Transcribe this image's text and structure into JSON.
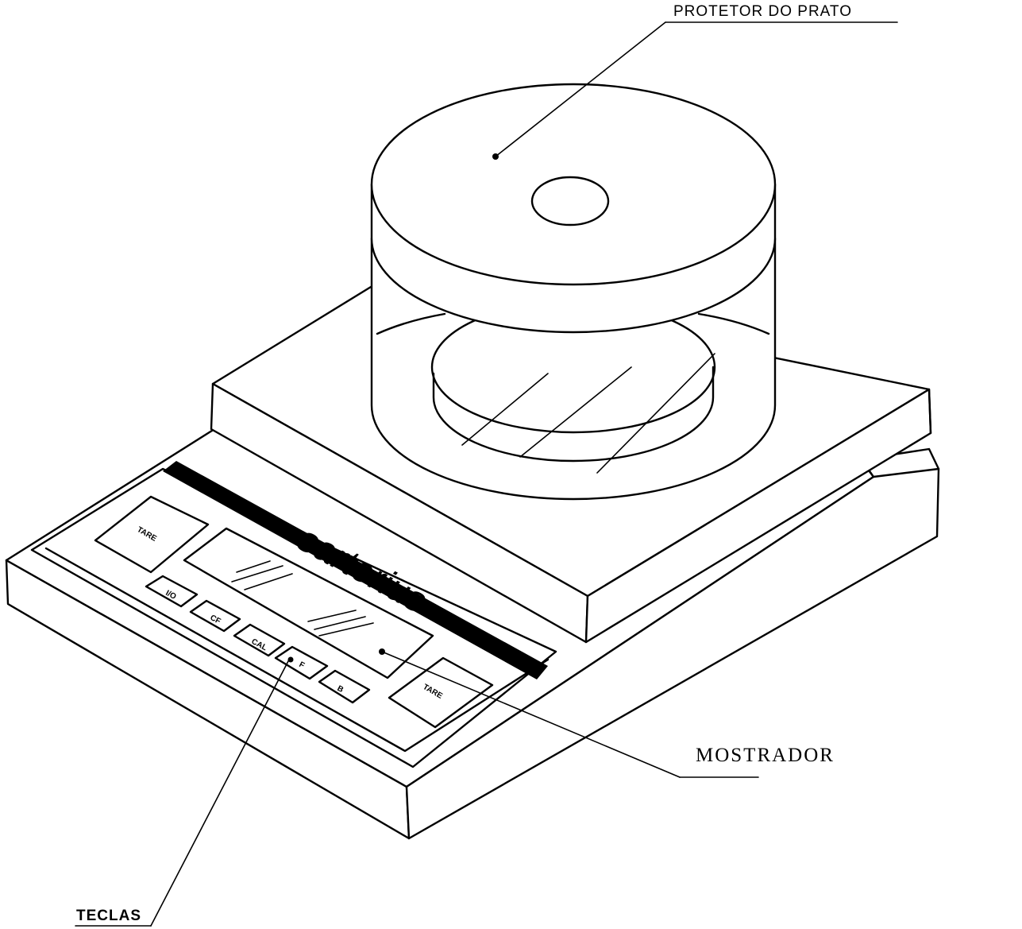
{
  "labels": {
    "pan_guard": "PROTETOR DO PRATO",
    "display": "MOSTRADOR",
    "keys": "TECLAS"
  },
  "device": {
    "brand": "sartorius",
    "tare_left": "TARE",
    "tare_right": "TARE",
    "keys": [
      "I/O",
      "CF",
      "CAL",
      "F",
      "B"
    ]
  }
}
